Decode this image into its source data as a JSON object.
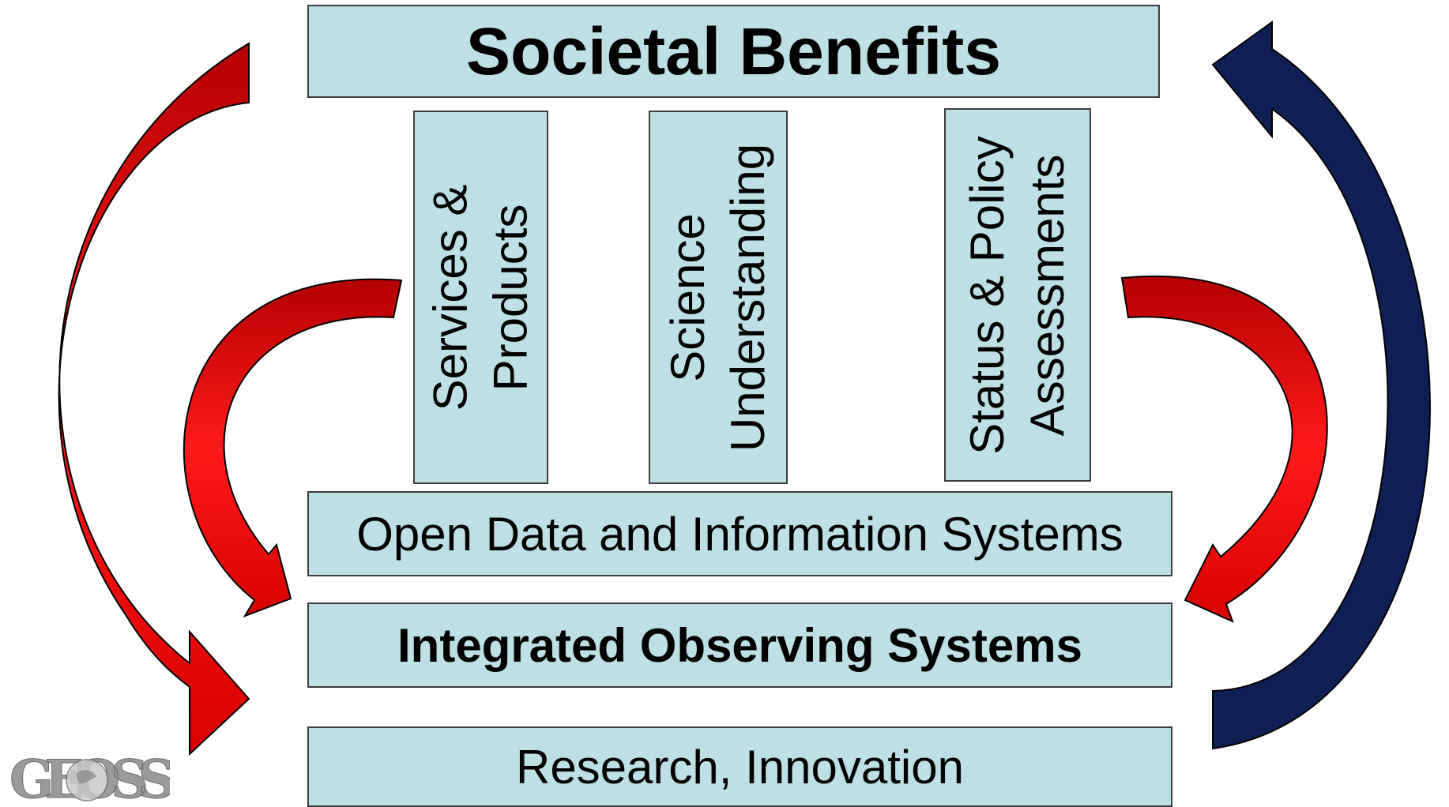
{
  "diagram": {
    "top": {
      "label": "Societal Benefits"
    },
    "pillars": [
      {
        "line1": "Services &",
        "line2": "Products"
      },
      {
        "line1": "Science",
        "line2": "Understanding"
      },
      {
        "line1": "Status & Policy",
        "line2": "Assessments"
      }
    ],
    "layers": [
      {
        "label": "Open Data and Information Systems"
      },
      {
        "label": "Integrated Observing Systems"
      },
      {
        "label": "Research, Innovation"
      }
    ],
    "logo": {
      "text": "GEOSS"
    }
  },
  "colors": {
    "box_fill": "#bde0e4",
    "box_border": "#3d3d3d",
    "red_arrow": "#cc0000",
    "blue_arrow": "#0f1f56"
  }
}
